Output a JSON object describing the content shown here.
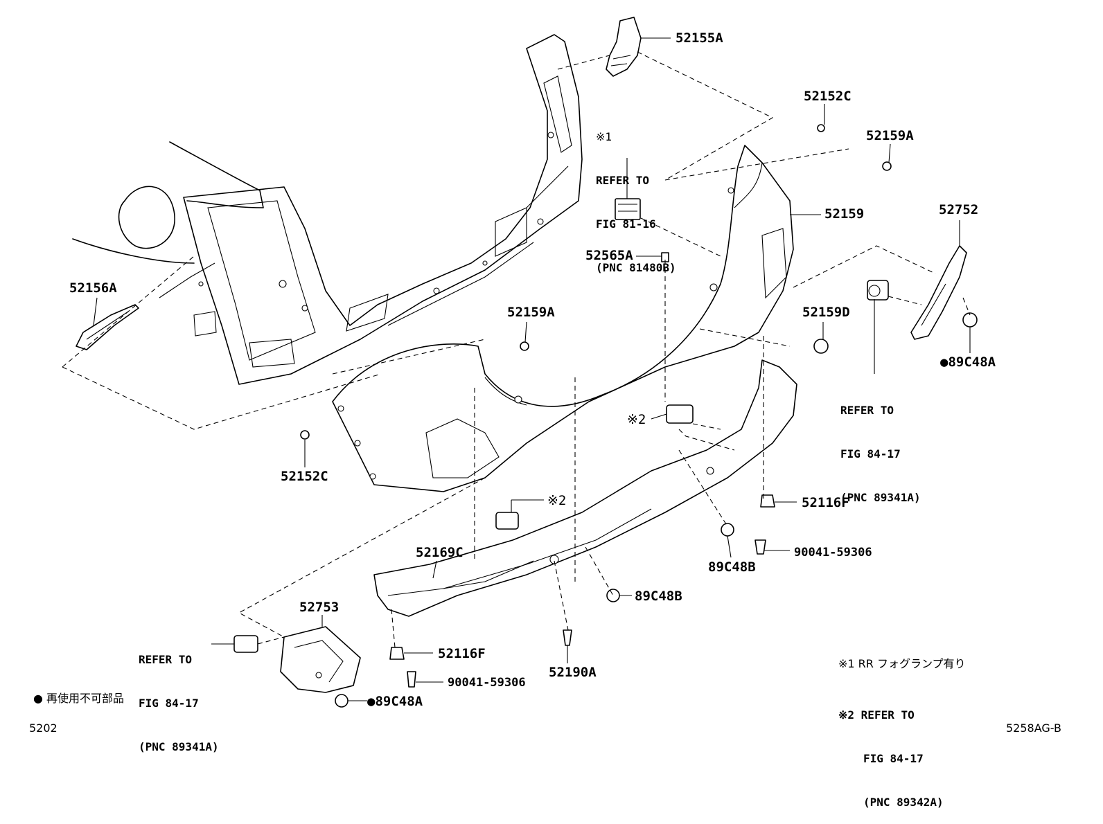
{
  "labels": {
    "p52155A": "52155A",
    "p52152C_top": "52152C",
    "p52159A_top": "52159A",
    "p52159": "52159",
    "p52752": "52752",
    "p52156A": "52156A",
    "p52565A": "52565A",
    "p52159A_mid": "52159A",
    "p52159D": "52159D",
    "p89C48A_right": "●89C48A",
    "p52152C_bottom": "52152C",
    "p52116F_right": "52116F",
    "p90041_right": "90041-59306",
    "p89C48B_right": "89C48B",
    "p52169C": "52169C",
    "p89C48B_center": "89C48B",
    "p52753": "52753",
    "p52116F_bottom": "52116F",
    "p90041_bottom": "90041-59306",
    "p52190A": "52190A",
    "p89C48A_bottom": "●89C48A",
    "mark2_upper": "※2",
    "mark2_lower": "※2"
  },
  "notes": {
    "fog_ref": [
      "※1",
      "REFER TO",
      "FIG 81-16",
      "(PNC 81480B)"
    ],
    "sensor_ref_right": [
      "REFER TO",
      "FIG 84-17",
      "(PNC 89341A)"
    ],
    "sensor_ref_left": [
      "REFER TO",
      "FIG 84-17",
      "(PNC 89341A)"
    ],
    "legend1": "※1 RR フォグランプ有り",
    "legend2": [
      "※2 REFER TO",
      "FIG 84-17",
      "(PNC 89342A)"
    ],
    "legend_bullet": "● 再使用不可部品"
  },
  "footer": {
    "page_code": "5202",
    "figure_code": "5258AG-B"
  }
}
